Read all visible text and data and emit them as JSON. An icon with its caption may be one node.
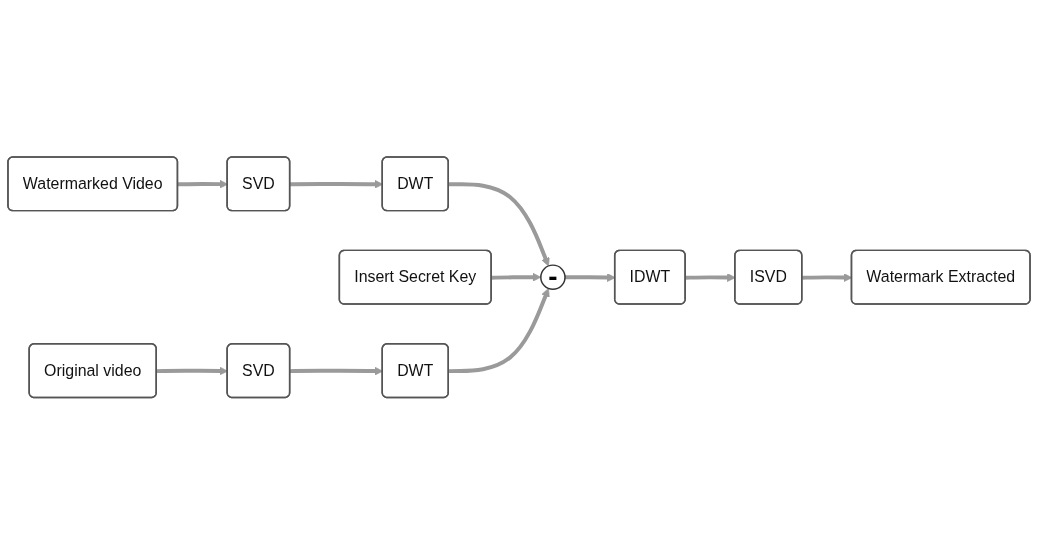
{
  "diagram": {
    "nodes": [
      {
        "text": [
          "Watermarked Video"
        ]
      },
      {
        "text": [
          "SVD"
        ]
      },
      {
        "text": [
          "DWT"
        ]
      },
      {
        "text": [
          "Insert Secret Key"
        ]
      },
      {
        "text": [
          "-"
        ]
      },
      {
        "text": [
          "Original video"
        ]
      },
      {
        "text": [
          "SVD"
        ]
      },
      {
        "text": [
          "DWT"
        ]
      },
      {
        "text": [
          "IDWT"
        ]
      },
      {
        "text": [
          "ISVD"
        ]
      },
      {
        "text": [
          "Watermark Extracted"
        ]
      }
    ],
    "edges": [
      {
        "from": 0,
        "to": 1,
        "arrow": "to"
      },
      {
        "from": 1,
        "to": 2,
        "arrow": "to"
      },
      {
        "from": 2,
        "to": 4,
        "arrow": "to"
      },
      {
        "from": 3,
        "to": 4,
        "arrow": "to"
      },
      {
        "from": 5,
        "to": 6,
        "arrow": "to"
      },
      {
        "from": 6,
        "to": 7,
        "arrow": "to"
      },
      {
        "from": 7,
        "to": 4,
        "arrow": "to"
      },
      {
        "from": 4,
        "to": 8,
        "arrow": "to"
      },
      {
        "from": 8,
        "to": 9,
        "arrow": "to"
      },
      {
        "from": 9,
        "to": 10,
        "arrow": "to"
      }
    ]
  }
}
